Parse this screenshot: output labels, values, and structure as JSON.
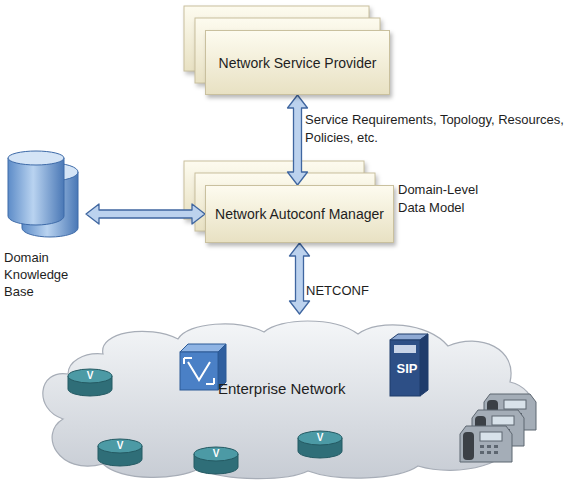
{
  "diagram": {
    "nodes": [
      {
        "text": [
          "Network Service Provider"
        ]
      },
      {
        "text": [
          "Network Autoconf Manager"
        ]
      },
      {
        "text": [
          "Domain Knowledge Base"
        ]
      },
      {
        "text": [
          "Enterprise Network"
        ]
      }
    ],
    "edges": [
      {
        "from": 0,
        "to": 1,
        "arrow": "both",
        "label": "Service Requirements, Topology, Resources, Policies, etc."
      },
      {
        "from": 2,
        "to": 1,
        "arrow": "both"
      },
      {
        "from": 1,
        "to": 3,
        "arrow": "both",
        "label": "NETCONF"
      }
    ],
    "labels": [
      "Domain-Level Data Model",
      "V",
      "V",
      "V",
      "V",
      "SIP"
    ]
  }
}
